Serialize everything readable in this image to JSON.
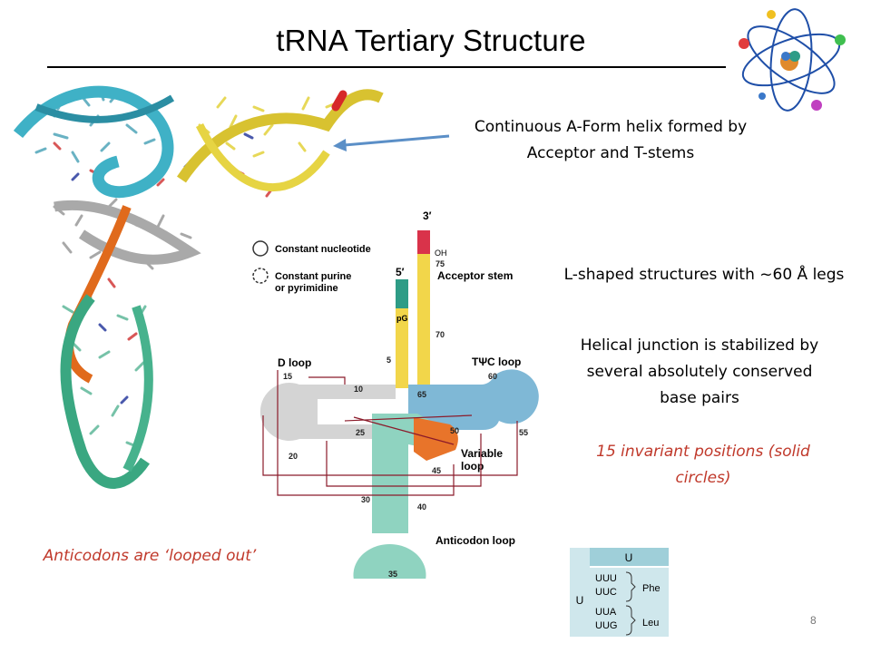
{
  "slide": {
    "title": "tRNA Tertiary Structure",
    "page_number": "8"
  },
  "notes": {
    "helix": "Continuous A-Form helix formed by Acceptor and T-stems",
    "lshape": "L-shaped structures with ~60 Å legs",
    "junction": "Helical junction is stabilized by several absolutely conserved base pairs",
    "invariant": "15 invariant positions (solid circles)",
    "anticodons": "Anticodons are ‘looped out’"
  },
  "diagram": {
    "legend_constant": "Constant nucleotide",
    "legend_purine": "Constant purine or pyrimidine",
    "label_3prime": "3′",
    "label_5prime": "5′",
    "acceptor_stem": "Acceptor stem",
    "d_loop": "D loop",
    "tpsic_loop": "TΨC loop",
    "variable_loop": "Variable loop",
    "anticodon_loop": "Anticodon loop",
    "oh": "OH",
    "pg": "pG",
    "numbers": [
      "75",
      "70",
      "65",
      "60",
      "55",
      "50",
      "45",
      "40",
      "35",
      "30",
      "25",
      "20",
      "15",
      "10",
      "5"
    ]
  },
  "codon_table": {
    "header": "U",
    "row_header": "U",
    "codons": [
      "UUU",
      "UUC",
      "UUA",
      "UUG"
    ],
    "amino_acids": [
      "Phe",
      "Leu"
    ]
  },
  "colors": {
    "acceptor": "#f2d64a",
    "tarm": "#7fb8d6",
    "darm": "#cfcfcf",
    "anticodon": "#8fd3c0",
    "variable": "#e8742a",
    "five_prime": "#2e9c86",
    "three_prime": "#d9334a",
    "arrow": "#5b8fc7",
    "table_header": "#9fcfd9",
    "table_cell": "#cfe7ec"
  }
}
